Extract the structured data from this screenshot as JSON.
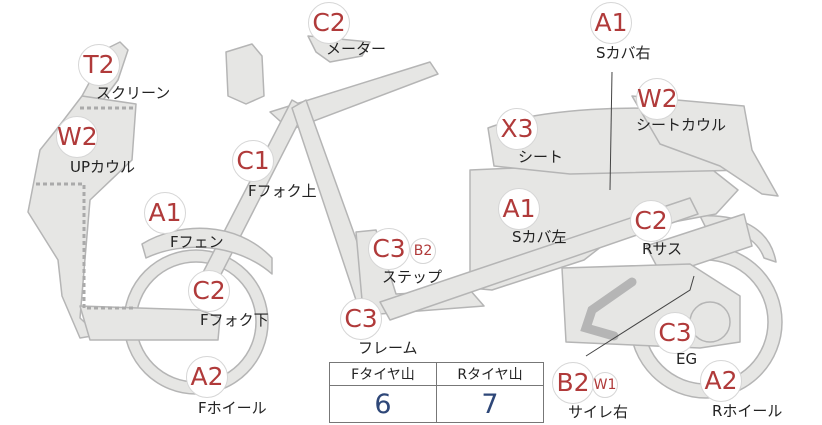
{
  "colors": {
    "part_fill": "#e6e6e4",
    "part_stroke": "#b5b5b5",
    "grade_text": "#b03a3a",
    "value_text": "#2e4778"
  },
  "parts": {
    "screen": {
      "grade": "T2",
      "label": "スクリーン"
    },
    "up_cowl": {
      "grade": "W2",
      "label": "UPカウル"
    },
    "meter": {
      "grade": "C2",
      "label": "メーター"
    },
    "fork_up": {
      "grade": "C1",
      "label": "Fフォク上"
    },
    "fender": {
      "grade": "A1",
      "label": "Fフェン"
    },
    "fork_low": {
      "grade": "C2",
      "label": "Fフォク下"
    },
    "f_wheel": {
      "grade": "A2",
      "label": "Fホイール"
    },
    "frame": {
      "grade": "C3",
      "label": "フレーム"
    },
    "step": {
      "grade": "C3",
      "subgrade": "B2",
      "label": "ステップ"
    },
    "cover_l": {
      "grade": "A1",
      "label": "Sカバ左"
    },
    "seat": {
      "grade": "X3",
      "label": "シート"
    },
    "cover_r": {
      "grade": "A1",
      "label": "Sカバ右"
    },
    "seat_cowl": {
      "grade": "W2",
      "label": "シートカウル"
    },
    "r_sus": {
      "grade": "C2",
      "label": "Rサス"
    },
    "engine": {
      "grade": "C3",
      "label": "EG"
    },
    "r_wheel": {
      "grade": "A2",
      "label": "Rホイール"
    },
    "muffler_r": {
      "grade": "B2",
      "subgrade": "W1",
      "label": "サイレ右"
    }
  },
  "tread": {
    "front_label": "Fタイヤ山",
    "rear_label": "Rタイヤ山",
    "front_value": "6",
    "rear_value": "7"
  }
}
